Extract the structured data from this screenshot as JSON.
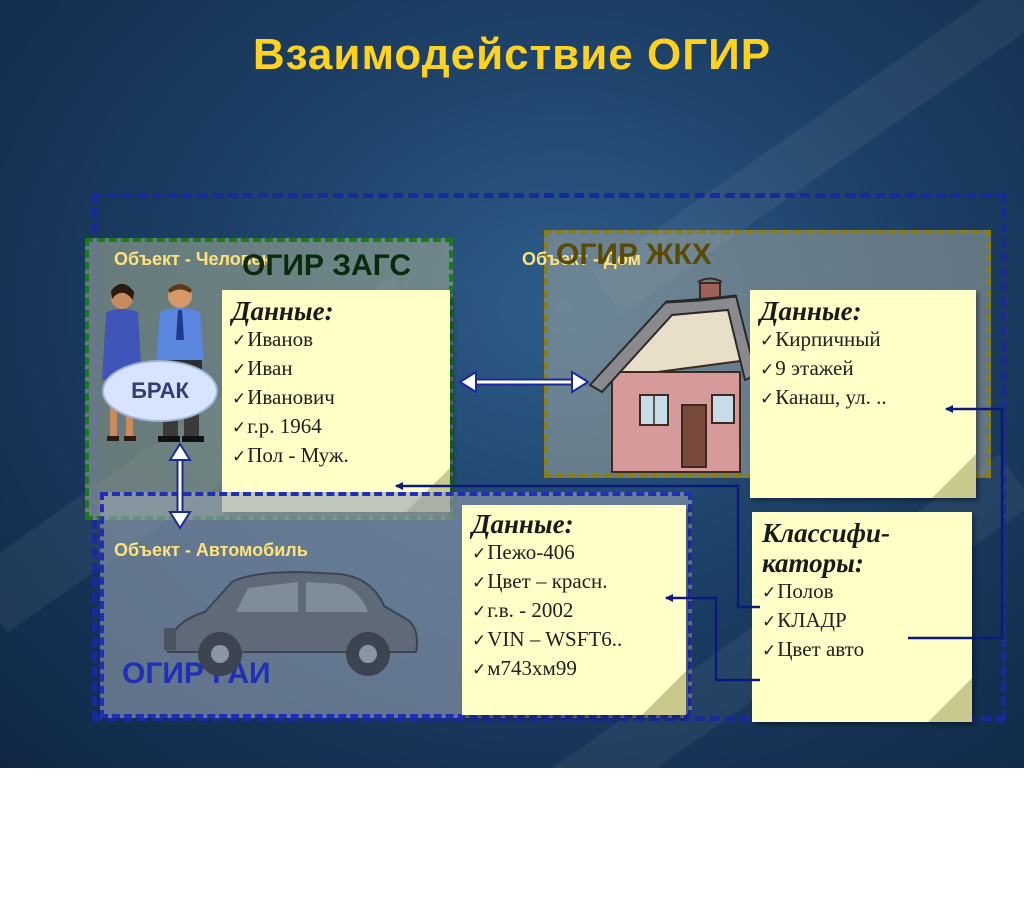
{
  "slide": {
    "title": "Взаимодействие ОГИР",
    "colors": {
      "title": "#ffd21f",
      "background": "#1c3f66",
      "frame": "#1a2a9a",
      "note": "#ffffc8"
    }
  },
  "zags": {
    "object_label": "Объект - Человек",
    "ogir_label": "ОГИР ЗАГС",
    "marriage_label": "БРАК",
    "data_title": "Данные:",
    "items": [
      "Иванов",
      "Иван",
      "Иванович",
      "г.р. 1964",
      "Пол - Муж."
    ]
  },
  "zhkh": {
    "object_label": "Объект - Дом",
    "ogir_label": "ОГИР ЖКХ",
    "data_title": "Данные:",
    "items": [
      "Кирпичный",
      "9 этажей",
      "Канаш, ул. .."
    ]
  },
  "gai": {
    "object_label": "Объект - Автомобиль",
    "ogir_label": "ОГИР ГАИ",
    "data_title": "Данные:",
    "items": [
      "Пежо-406",
      "Цвет – красн.",
      "г.в. - 2002",
      "VIN – WSFT6..",
      "м743хм99"
    ]
  },
  "classifiers": {
    "title_line1": "Классифи-",
    "title_line2": "каторы:",
    "items": [
      "Полов",
      "КЛАДР",
      "Цвет авто"
    ]
  },
  "icons": {
    "check": "checkmark-icon",
    "people": "couple-clipart",
    "house": "house-clipart",
    "car": "car-clipart"
  }
}
